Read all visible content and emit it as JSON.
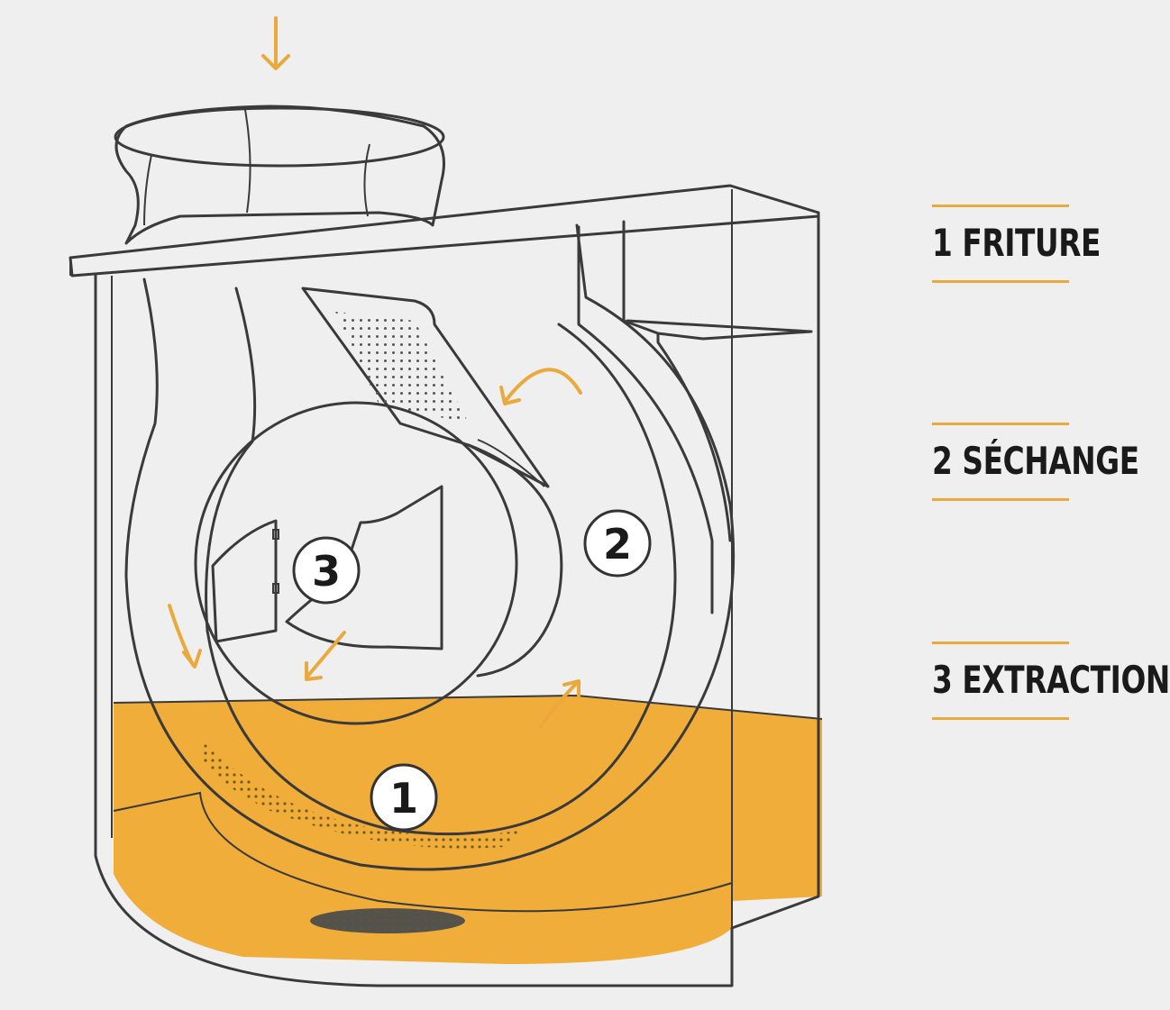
{
  "colors": {
    "background": "#efefef",
    "oil": "#f0ad3a",
    "accent": "#e9a93c",
    "outline": "#3a3a3a",
    "text": "#1a1a1a"
  },
  "markers": [
    {
      "id": "1",
      "label": "1"
    },
    {
      "id": "2",
      "label": "2"
    },
    {
      "id": "3",
      "label": "3"
    }
  ],
  "legend": [
    {
      "label": "1 FRITURE"
    },
    {
      "label": "2 SÉCHANGE"
    },
    {
      "label": "3 EXTRACTION"
    }
  ],
  "icons": [
    "down-arrow-icon",
    "flow-arrow-icon"
  ]
}
